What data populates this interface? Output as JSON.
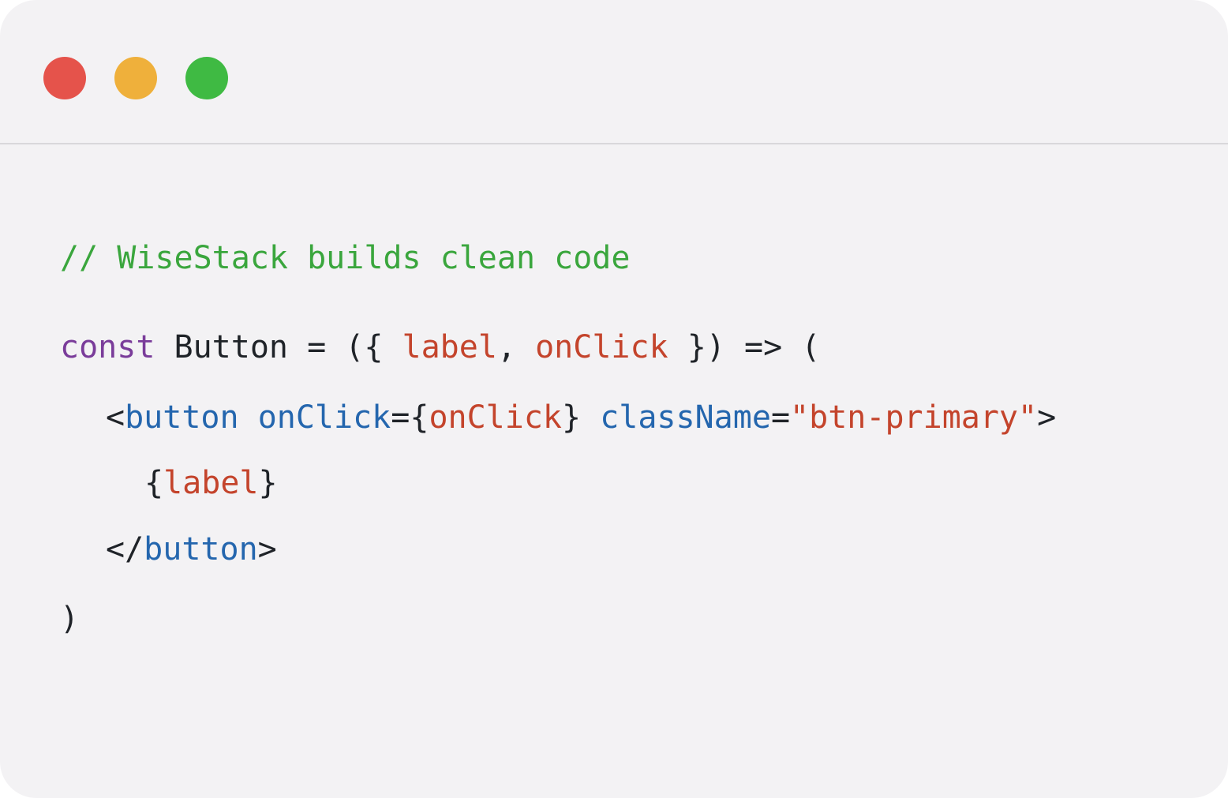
{
  "window": {
    "controls": [
      {
        "name": "close",
        "color": "#e5534b"
      },
      {
        "name": "minimize",
        "color": "#efb03b"
      },
      {
        "name": "maximize",
        "color": "#3fba43"
      }
    ]
  },
  "colors": {
    "comment": "#3aa63d",
    "keyword": "#7a3c9a",
    "default": "#1f2328",
    "variable": "#c4442c",
    "tag": "#2466ae",
    "string": "#c4442c"
  },
  "code": {
    "lines": [
      [
        {
          "text": "// WiseStack builds clean code",
          "type": "comment"
        }
      ],
      [
        {
          "text": "const",
          "type": "keyword"
        },
        {
          "text": " Button = ({ ",
          "type": "default"
        },
        {
          "text": "label",
          "type": "variable"
        },
        {
          "text": ", ",
          "type": "default"
        },
        {
          "text": "onClick",
          "type": "variable"
        },
        {
          "text": " }) => (",
          "type": "default"
        }
      ],
      [
        {
          "text": "<",
          "type": "default"
        },
        {
          "text": "button",
          "type": "tag"
        },
        {
          "text": " ",
          "type": "default"
        },
        {
          "text": "onClick",
          "type": "tag"
        },
        {
          "text": "={",
          "type": "default"
        },
        {
          "text": "onClick",
          "type": "variable"
        },
        {
          "text": "} ",
          "type": "default"
        },
        {
          "text": "className",
          "type": "tag"
        },
        {
          "text": "=",
          "type": "default"
        },
        {
          "text": "\"btn-primary\"",
          "type": "string"
        },
        {
          "text": ">",
          "type": "default"
        }
      ],
      [
        {
          "text": "{",
          "type": "default"
        },
        {
          "text": "label",
          "type": "variable"
        },
        {
          "text": "}",
          "type": "default"
        }
      ],
      [
        {
          "text": "</",
          "type": "default"
        },
        {
          "text": "button",
          "type": "tag"
        },
        {
          "text": ">",
          "type": "default"
        }
      ],
      [
        {
          "text": ")",
          "type": "default"
        }
      ]
    ]
  }
}
